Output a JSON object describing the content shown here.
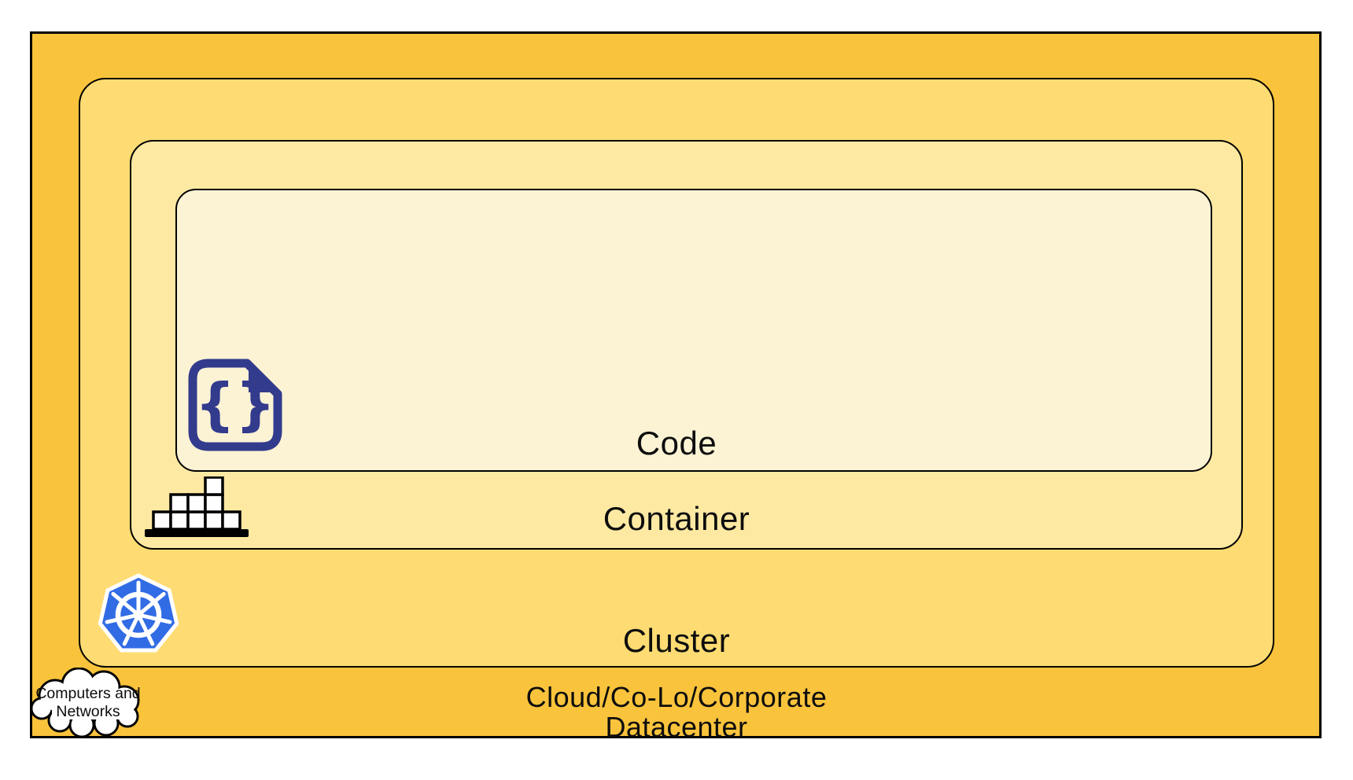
{
  "diagram": {
    "description": "Nested deployment layers diagram",
    "layers": {
      "code": {
        "label": "Code",
        "color": "#FCF3D5",
        "icon": "code-file-icon"
      },
      "container": {
        "label": "Container",
        "color": "#FEE9A3",
        "icon": "container-bricks-icon"
      },
      "cluster": {
        "label": "Cluster",
        "color": "#FEDC73",
        "icon": "kubernetes-logo-icon"
      },
      "datacenter": {
        "label_line1": "Cloud/Co-Lo/Corporate",
        "label_line2": "Datacenter",
        "color": "#F9C33C",
        "icon": "cloud-computers-networks-icon"
      }
    },
    "cloud_callout": {
      "line1": "Computers and",
      "line2": "Networks"
    },
    "colors": {
      "border": "#000000",
      "code_icon_navy": "#333B8D",
      "kubernetes_blue": "#326CE5",
      "brick_fill": "#FFFFFF",
      "background": "#FFFFFF"
    }
  }
}
